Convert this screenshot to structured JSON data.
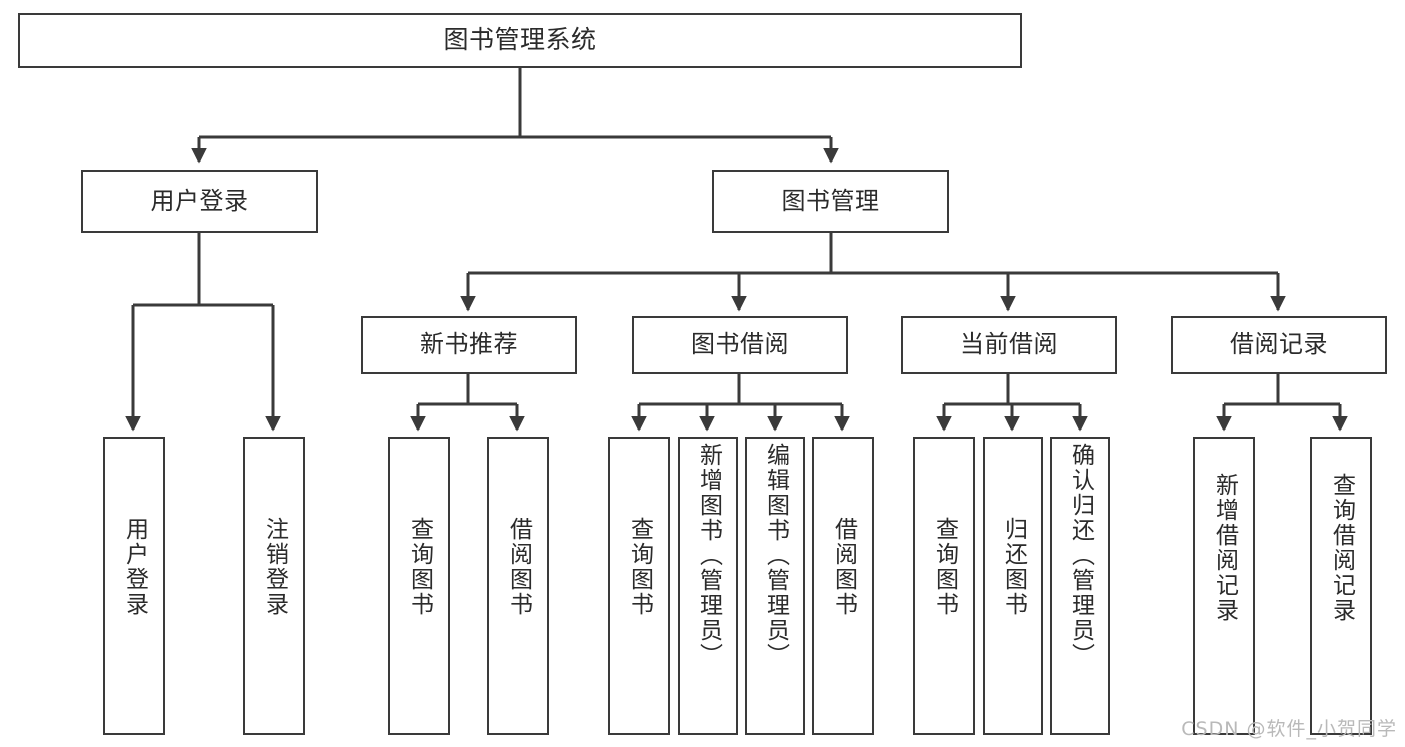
{
  "diagram": {
    "type": "tree-hierarchy",
    "title": "图书管理系统",
    "watermark": "CSDN @软件_小贺同学",
    "colors": {
      "box_border": "#3a3a3a",
      "box_fill": "#ffffff",
      "edge": "#3a3a3a",
      "text": "#2b2b2b",
      "watermark": "#b9b9b9"
    },
    "root": {
      "label": "图书管理系统"
    },
    "level2": [
      {
        "label": "用户登录"
      },
      {
        "label": "图书管理"
      }
    ],
    "level3": [
      {
        "label": "新书推荐"
      },
      {
        "label": "图书借阅"
      },
      {
        "label": "当前借阅"
      },
      {
        "label": "借阅记录"
      }
    ],
    "leaves": {
      "user_login": [
        {
          "label": "用户登录"
        },
        {
          "label": "注销登录"
        }
      ],
      "new_book_recommend": [
        {
          "label": "查询图书"
        },
        {
          "label": "借阅图书"
        }
      ],
      "book_borrow": [
        {
          "label": "查询图书"
        },
        {
          "label": "新增图书（管理员）"
        },
        {
          "label": "编辑图书（管理员）"
        },
        {
          "label": "借阅图书"
        }
      ],
      "current_borrow": [
        {
          "label": "查询图书"
        },
        {
          "label": "归还图书"
        },
        {
          "label": "确认归还（管理员）"
        }
      ],
      "borrow_record": [
        {
          "label": "新增借阅记录"
        },
        {
          "label": "查询借阅记录"
        }
      ]
    }
  }
}
